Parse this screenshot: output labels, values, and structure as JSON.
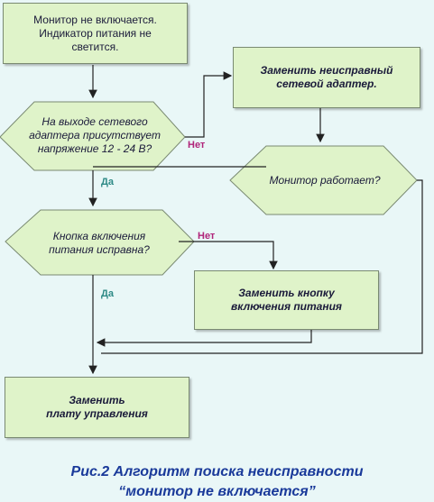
{
  "nodes": {
    "start": [
      "Монитор не включается.",
      "Индикатор питания не",
      "светится."
    ],
    "decision_voltage": [
      "На выходе сетевого",
      "адаптера присутствует",
      "напряжение 12 - 24 В?"
    ],
    "replace_adapter": [
      "Заменить неисправный",
      "сетевой адаптер."
    ],
    "decision_monitor_works": [
      "Монитор работает?"
    ],
    "decision_button": [
      "Кнопка включения",
      "питания исправна?"
    ],
    "replace_button": [
      "Заменить кнопку",
      "включения питания"
    ],
    "replace_board": [
      "Заменить",
      "плату управления"
    ]
  },
  "labels": {
    "no_1": "Нет",
    "yes_1": "Да",
    "no_2": "Нет",
    "yes_2": "Да"
  },
  "caption": {
    "line1": "Рис.2 Алгоритм поиска неисправности",
    "line2": "“монитор не включается”"
  },
  "colors": {
    "no_label": "#b0247a",
    "yes_label": "#2e8a86",
    "box_fill": "#dff3c9",
    "caption": "#1a3a9a"
  }
}
